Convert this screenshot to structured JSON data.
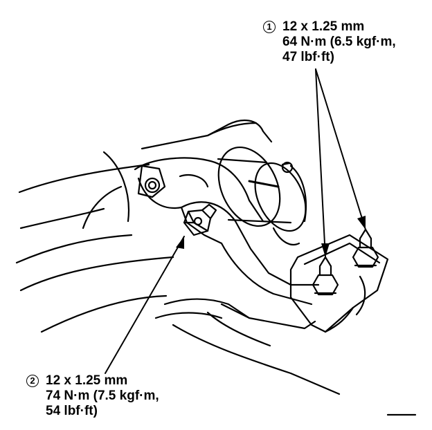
{
  "callouts": [
    {
      "number": "1",
      "size": "12 x 1.25 mm",
      "torque_line1": "64 N·m (6.5 kgf·m,",
      "torque_line2": "47 lbf·ft)"
    },
    {
      "number": "2",
      "size": "12 x 1.25 mm",
      "torque_line1": "74 N·m (7.5 kgf·m,",
      "torque_line2": "54 lbf·ft)"
    }
  ]
}
